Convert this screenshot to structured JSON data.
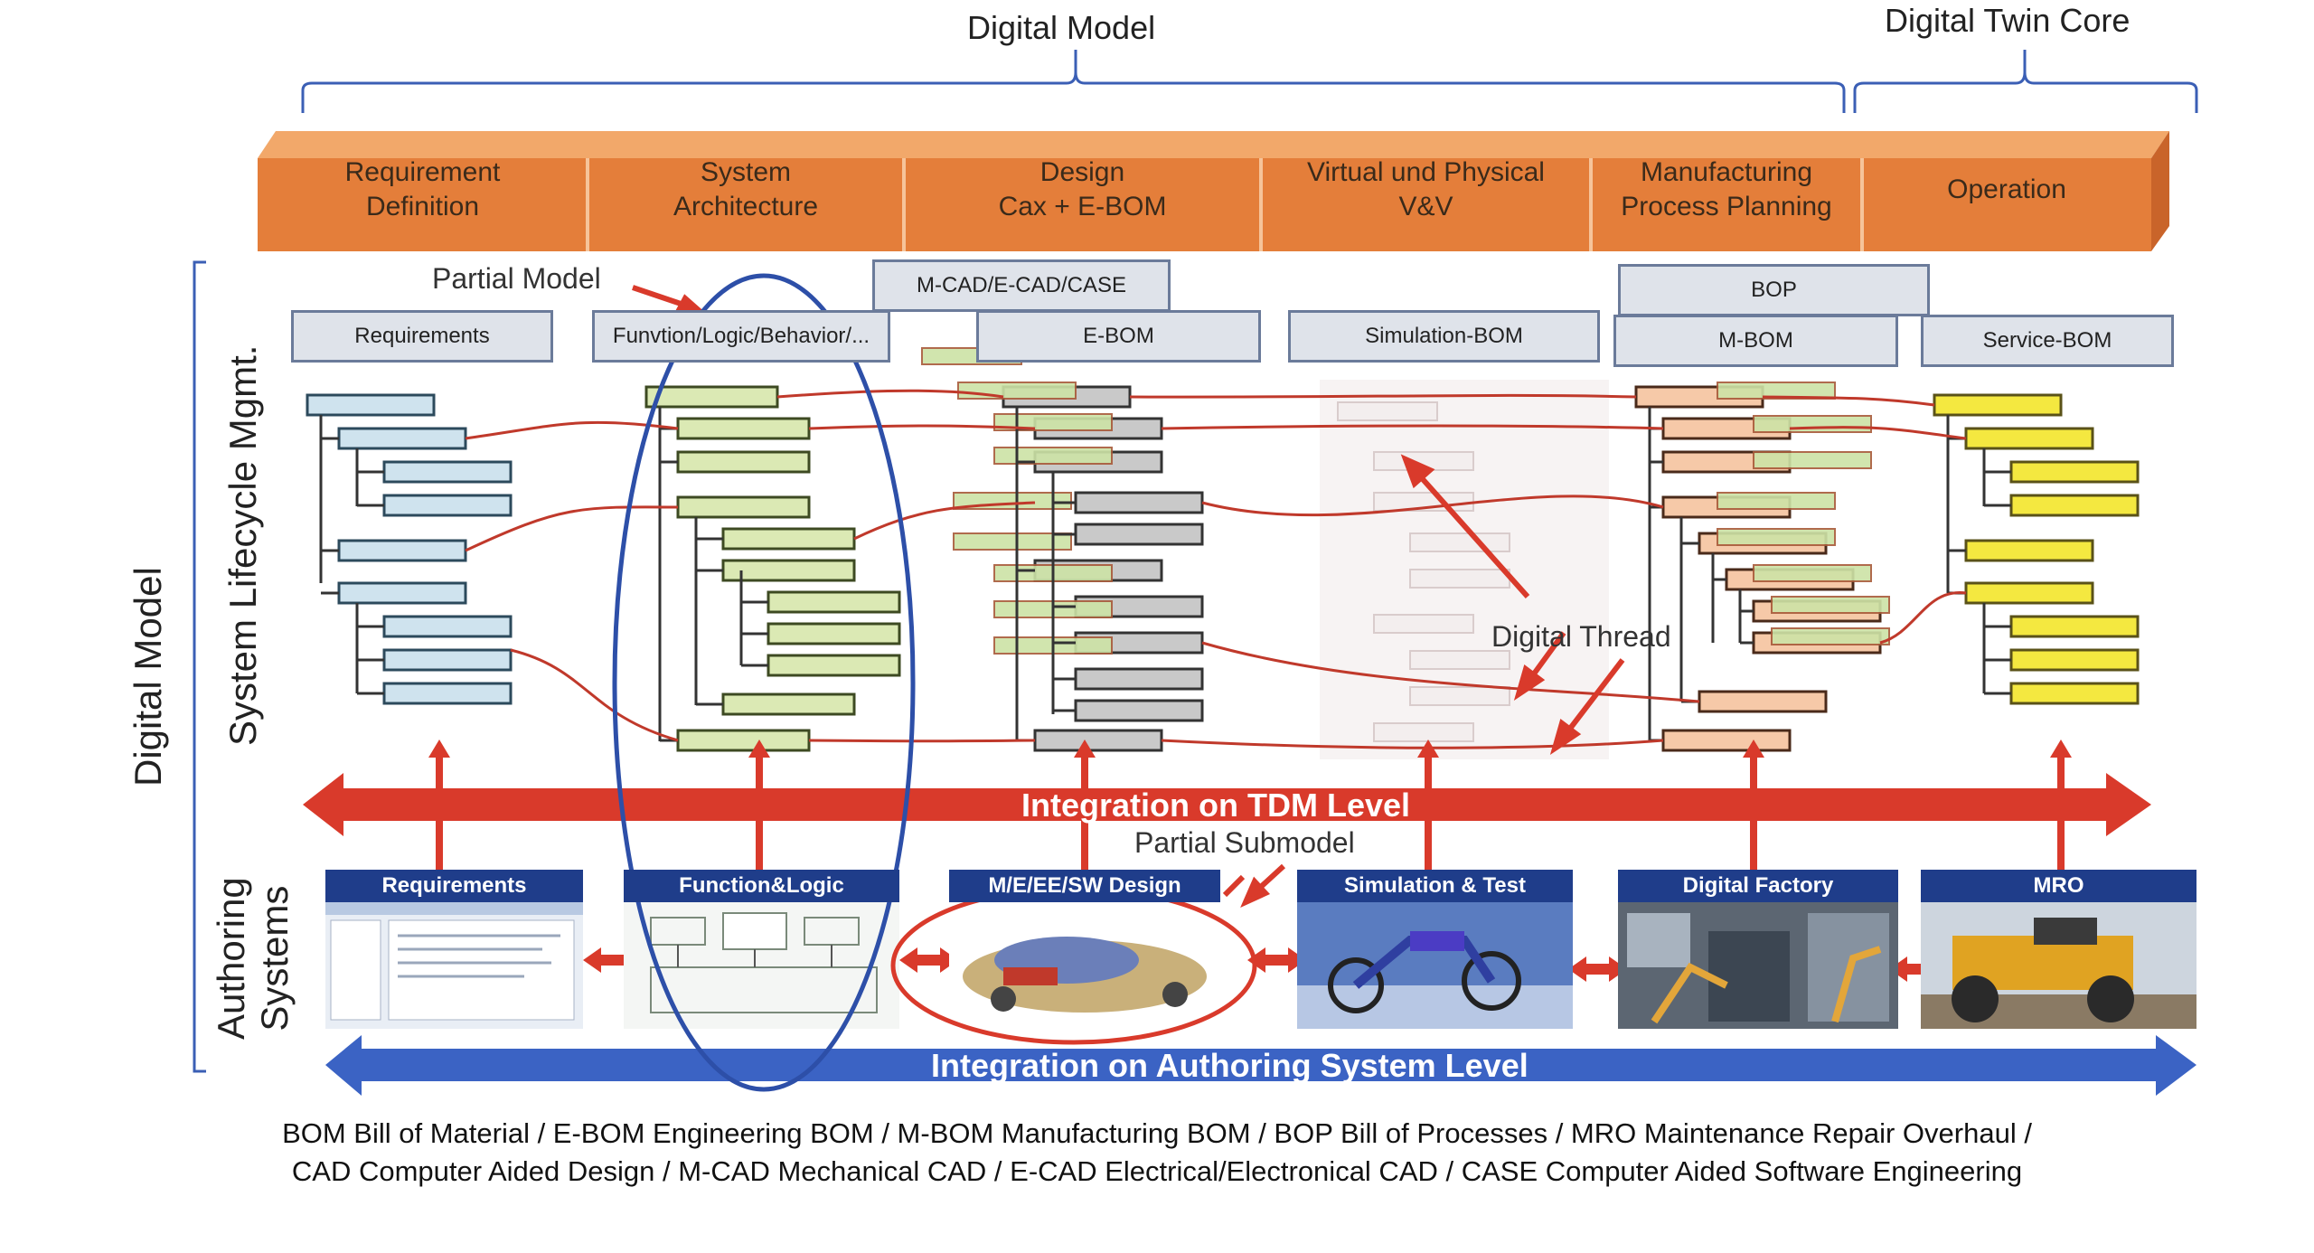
{
  "brackets": {
    "digital_model": "Digital Model",
    "digital_twin_core": "Digital Twin Core"
  },
  "phases": [
    "Requirement\nDefinition",
    "System\nArchitecture",
    "Design\nCax + E-BOM",
    "Virtual und Physical\nV&V",
    "Manufacturing\nProcess Planning",
    "Operation"
  ],
  "left_labels": {
    "digital_model": "Digital Model",
    "lifecycle": "System Lifecycle Mgmt.",
    "authoring": "Authoring\nSystems"
  },
  "boms": {
    "requirements": "Requirements",
    "function": "Funvtion/Logic/Behavior/...",
    "mcad": "M-CAD/E-CAD/CASE",
    "ebom": "E-BOM",
    "simulation": "Simulation-BOM",
    "bop": "BOP",
    "mbom": "M-BOM",
    "service": "Service-BOM"
  },
  "annotations": {
    "partial_model": "Partial Model",
    "digital_thread": "Digital Thread",
    "partial_submodel": "Partial Submodel"
  },
  "integration": {
    "tdm": "Integration on TDM Level",
    "authoring": "Integration on Authoring System Level"
  },
  "authoring_systems": [
    "Requirements",
    "Function&Logic",
    "M/E/EE/SW Design",
    "Simulation & Test",
    "Digital Factory",
    "MRO"
  ],
  "legend": [
    "BOM Bill of Material / E-BOM Engineering BOM / M-BOM Manufacturing BOM / BOP Bill of Processes  / MRO Maintenance Repair Overhaul /",
    "CAD Computer Aided Design / M-CAD Mechanical CAD / E-CAD Electrical/Electronical CAD / CASE Computer Aided Software Engineering"
  ],
  "colors": {
    "phase_orange": "#e47e3a",
    "phase_top": "#f2a86a",
    "tdm_red": "#d93a2b",
    "authoring_blue": "#3b63c4",
    "thread_red": "#c0392b",
    "ellipse_blue": "#2d4fa8"
  }
}
